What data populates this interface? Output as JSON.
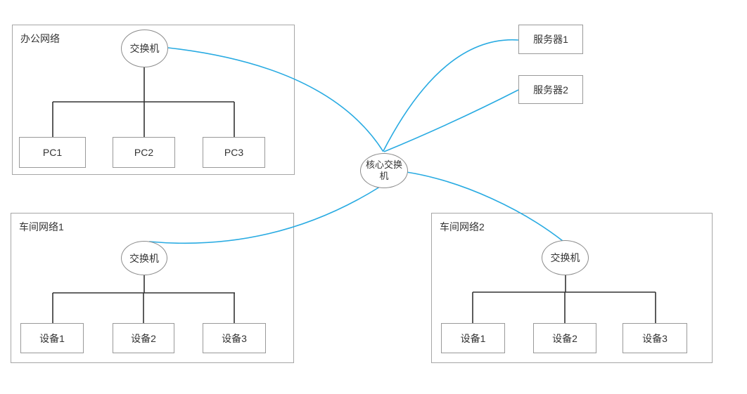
{
  "colors": {
    "background": "#ffffff",
    "link_line": "#29abe2",
    "tree_line": "#333333",
    "node_border": "#999999",
    "group_border": "#a6a6a6",
    "text": "#333333"
  },
  "core_switch": {
    "label": "核心交换机"
  },
  "servers": [
    {
      "label": "服务器1"
    },
    {
      "label": "服务器2"
    }
  ],
  "groups": [
    {
      "title": "办公网络",
      "switch_label": "交换机",
      "devices": [
        {
          "label": "PC1"
        },
        {
          "label": "PC2"
        },
        {
          "label": "PC3"
        }
      ]
    },
    {
      "title": "车间网络1",
      "switch_label": "交换机",
      "devices": [
        {
          "label": "设备1"
        },
        {
          "label": "设备2"
        },
        {
          "label": "设备3"
        }
      ]
    },
    {
      "title": "车间网络2",
      "switch_label": "交换机",
      "devices": [
        {
          "label": "设备1"
        },
        {
          "label": "设备2"
        },
        {
          "label": "设备3"
        }
      ]
    }
  ],
  "connections": [
    {
      "from": "办公网络 交换机",
      "to": "核心交换机"
    },
    {
      "from": "核心交换机",
      "to": "服务器1"
    },
    {
      "from": "核心交换机",
      "to": "服务器2"
    },
    {
      "from": "核心交换机",
      "to": "车间网络1 交换机"
    },
    {
      "from": "核心交换机",
      "to": "车间网络2 交换机"
    }
  ]
}
